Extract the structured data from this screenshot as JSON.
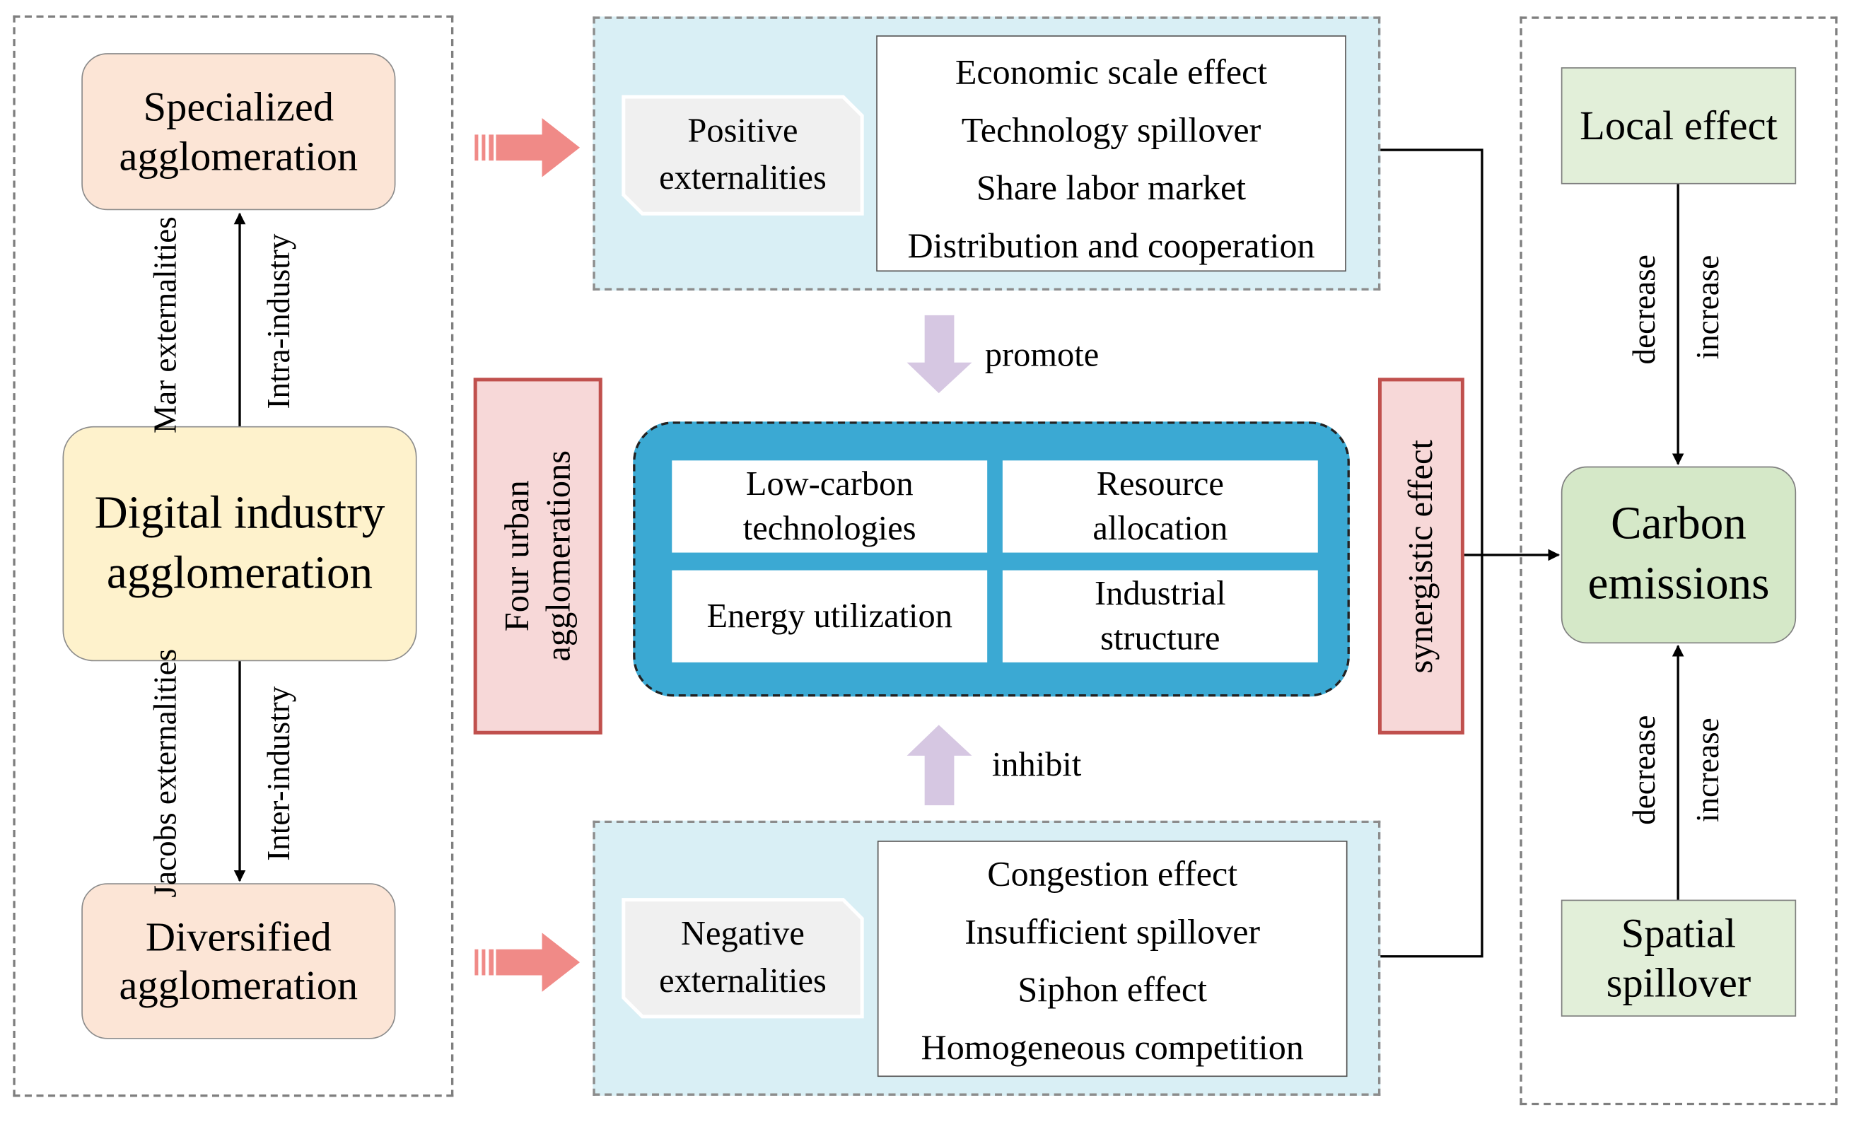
{
  "left": {
    "specialized": "Specialized agglomeration",
    "digital": "Digital industry agglomeration",
    "diversified": "Diversified agglomeration",
    "mar_label": "Mar externalities",
    "intra_label": "Intra-industry",
    "jacobs_label": "Jacobs externalities",
    "inter_label": "Inter-industry"
  },
  "positive": {
    "label": "Positive externalities",
    "items": [
      "Economic scale  effect",
      "Technology spillover",
      "Share labor market",
      "Distribution and cooperation"
    ]
  },
  "negative": {
    "label": "Negative externalities",
    "items": [
      "Congestion effect",
      "Insufficient spillover",
      "Siphon effect",
      "Homogeneous competition"
    ]
  },
  "middle": {
    "promote": "promote",
    "inhibit": "inhibit",
    "four_urban": "Four urban agglomerations",
    "synergistic": "synergistic effect",
    "cells": [
      "Low-carbon technologies",
      "Resource allocation",
      "Energy utilization",
      "Industrial structure"
    ]
  },
  "right": {
    "local_effect": "Local effect",
    "carbon": "Carbon emissions",
    "spatial": "Spatial spillover",
    "decrease": "decrease",
    "increase": "increase"
  },
  "colors": {
    "pink_arrow": "#f08a87",
    "lavender_arrow": "#d6c7e2",
    "core_blue": "#3ba9d3",
    "panel_blue": "#d9eff5",
    "red_border": "#c0504d"
  }
}
